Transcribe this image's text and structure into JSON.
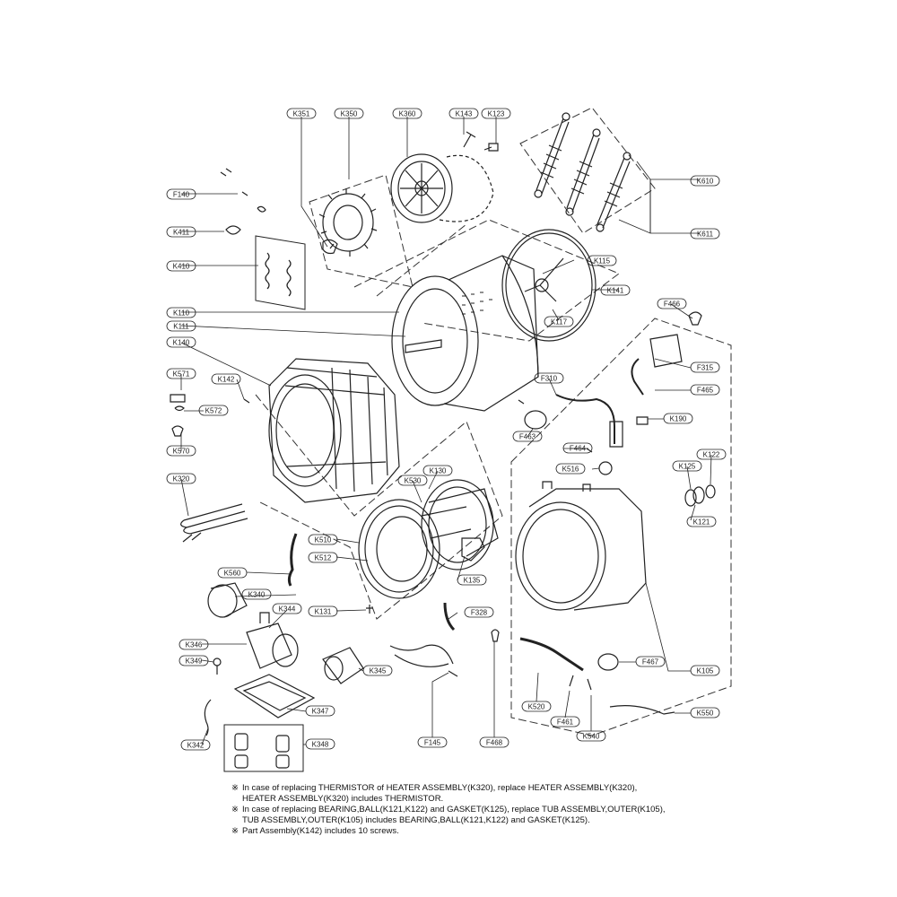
{
  "labels": {
    "K351": "K351",
    "K350": "K350",
    "K360": "K360",
    "K143": "K143",
    "K123": "K123",
    "K610": "K610",
    "K611": "K611",
    "F140": "F140",
    "K411": "K411",
    "K410": "K410",
    "K115": "K115",
    "K141": "K141",
    "K110": "K110",
    "K111": "K111",
    "K140": "K140",
    "K117": "K117",
    "F466": "F466",
    "K571": "K571",
    "K142": "K142",
    "K572": "K572",
    "K570": "K570",
    "F315": "F315",
    "F465": "F465",
    "F310": "F310",
    "K190": "K190",
    "F463": "F463",
    "F464": "F464",
    "K516": "K516",
    "K125": "K125",
    "K122": "K122",
    "K320": "K320",
    "K530": "K530",
    "K130": "K130",
    "K121": "K121",
    "K510": "K510",
    "K512": "K512",
    "K135": "K135",
    "K560": "K560",
    "K340": "K340",
    "K344": "K344",
    "K131": "K131",
    "F328": "F328",
    "K346": "K346",
    "K349": "K349",
    "K345": "K345",
    "K347": "K347",
    "K342": "K342",
    "K348": "K348",
    "F145": "F145",
    "F468": "F468",
    "K520": "K520",
    "F461": "F461",
    "K540": "K540",
    "F467": "F467",
    "K105": "K105",
    "K550": "K550"
  },
  "notes": [
    {
      "symbol": "※",
      "line1": "In case of replacing THERMISTOR of HEATER ASSEMBLY(K320), replace HEATER ASSEMBLY(K320),",
      "line2": "HEATER ASSEMBLY(K320) includes THERMISTOR."
    },
    {
      "symbol": "※",
      "line1": "In case of replacing BEARING,BALL(K121,K122) and GASKET(K125), replace TUB ASSEMBLY,OUTER(K105),",
      "line2": "TUB ASSEMBLY,OUTER(K105) includes BEARING,BALL(K121,K122) and GASKET(K125)."
    },
    {
      "symbol": "※",
      "line1": "Part Assembly(K142) includes 10 screws.",
      "line2": ""
    }
  ]
}
